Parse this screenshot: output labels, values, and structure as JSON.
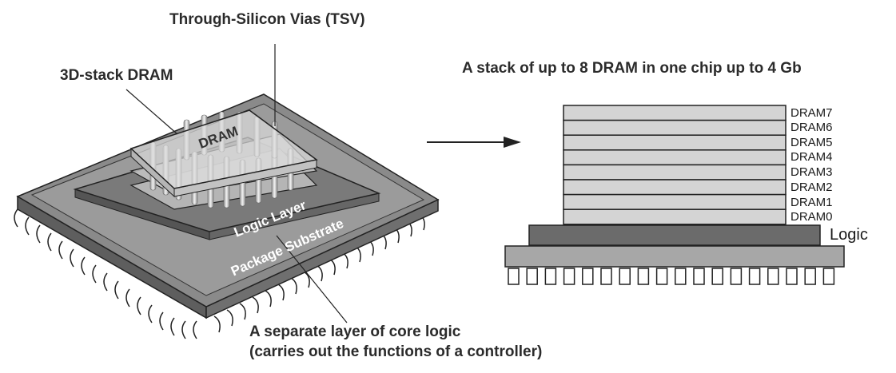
{
  "left_diagram": {
    "tsv_label": "Through-Silicon Vias (TSV)",
    "dram3d_label": "3D-stack DRAM",
    "dram_chip_label": "DRAM",
    "logic_layer_label": "Logic Layer",
    "package_substrate_label": "Package Substrate",
    "core_logic_note_line1": "A separate layer of core logic",
    "core_logic_note_line2": "(carries out the functions of a controller)"
  },
  "right_diagram": {
    "title": "A stack of up to 8 DRAM in one chip up to 4 Gb",
    "layers": [
      "DRAM7",
      "DRAM6",
      "DRAM5",
      "DRAM4",
      "DRAM3",
      "DRAM2",
      "DRAM1",
      "DRAM0"
    ],
    "logic_label": "Logic"
  },
  "colors": {
    "dram_layer": "#d4d4d4",
    "logic_block": "#6b6b6b",
    "substrate": "#a7a7a7",
    "package": "#8a8a8a"
  }
}
